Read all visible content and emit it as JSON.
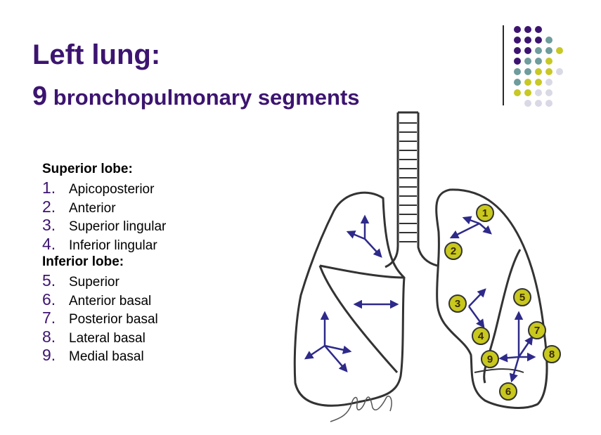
{
  "title": {
    "line1": "Left lung:",
    "line2_number": "9",
    "line2_text": " bronchopulmonary segments"
  },
  "legend": {
    "superior_heading": "Superior lobe:",
    "superior_items": [
      {
        "num": "1.",
        "label": "Apicoposterior"
      },
      {
        "num": "2.",
        "label": "Anterior"
      },
      {
        "num": "3.",
        "label": "Superior lingular"
      },
      {
        "num": "4.",
        "label": "Inferior lingular"
      }
    ],
    "inferior_heading": "Inferior lobe:",
    "inferior_items": [
      {
        "num": "5.",
        "label": "Superior"
      },
      {
        "num": "6.",
        "label": "Anterior basal"
      },
      {
        "num": "7.",
        "label": "Posterior basal"
      },
      {
        "num": "8.",
        "label": "Lateral basal"
      },
      {
        "num": "9.",
        "label": "Medial basal"
      }
    ]
  },
  "diagram": {
    "badges": [
      "1",
      "2",
      "3",
      "4",
      "5",
      "6",
      "7",
      "8",
      "9"
    ]
  },
  "colors": {
    "title": "#3c1470",
    "purple": "#3c1470",
    "teal": "#6f9c9c",
    "olive": "#c8c826",
    "lavender": "#d9d9e6",
    "badge_fill": "#c8c81e",
    "arrow": "#2e2a8a",
    "outline": "#333333"
  }
}
